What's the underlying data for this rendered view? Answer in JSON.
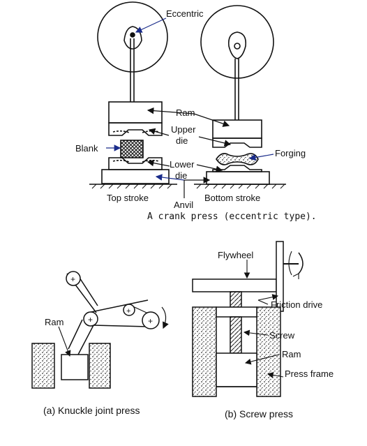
{
  "crank_press": {
    "labels": {
      "eccentric": "Eccentric",
      "ram": "Ram",
      "upper_die_1": "Upper",
      "upper_die_2": "die",
      "blank": "Blank",
      "forging": "Forging",
      "lower_die_1": "Lower",
      "lower_die_2": "die",
      "top_stroke": "Top stroke",
      "anvil": "Anvil",
      "bottom_stroke": "Bottom stroke"
    },
    "caption": "A crank press (eccentric type)."
  },
  "knuckle_press": {
    "labels": {
      "ram": "Ram"
    },
    "caption": "(a) Knuckle joint press"
  },
  "screw_press": {
    "labels": {
      "flywheel": "Flywheel",
      "friction_drive": "Friction drive",
      "screw": "Screw",
      "ram": "Ram",
      "press_frame": "Press frame"
    },
    "caption": "(b) Screw press"
  }
}
